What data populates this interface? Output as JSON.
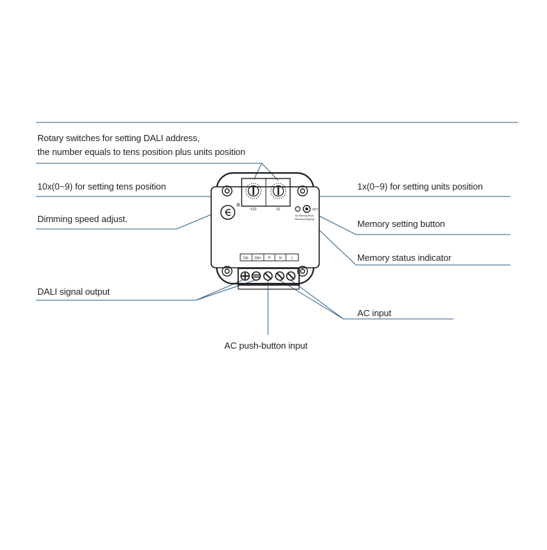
{
  "labels": {
    "rotary_line1": "Rotary switches for setting DALI address,",
    "rotary_line2": "the number equals to tens position plus units position",
    "tens": "10x(0~9) for setting tens position",
    "units": "1x(0~9) for setting units position",
    "dimming": "Dimming speed adjust.",
    "memory_button": "Memory setting button",
    "memory_indicator": "Memory status indicator",
    "dali_output": "DALI signal output",
    "ac_input": "AC input",
    "ac_pushbutton": "AC push-button input"
  },
  "device": {
    "switch_tens_label": "X10",
    "switch_units_label": "X1",
    "set_label": "SET",
    "memory_note_line1": "No Memory/Hold",
    "memory_note_line2": "Memory/Ongoing",
    "terminals": [
      "DA-",
      "DA+",
      "P",
      "N",
      "L"
    ]
  },
  "colors": {
    "leader": "#2c5f8a",
    "device": "#231f20"
  }
}
